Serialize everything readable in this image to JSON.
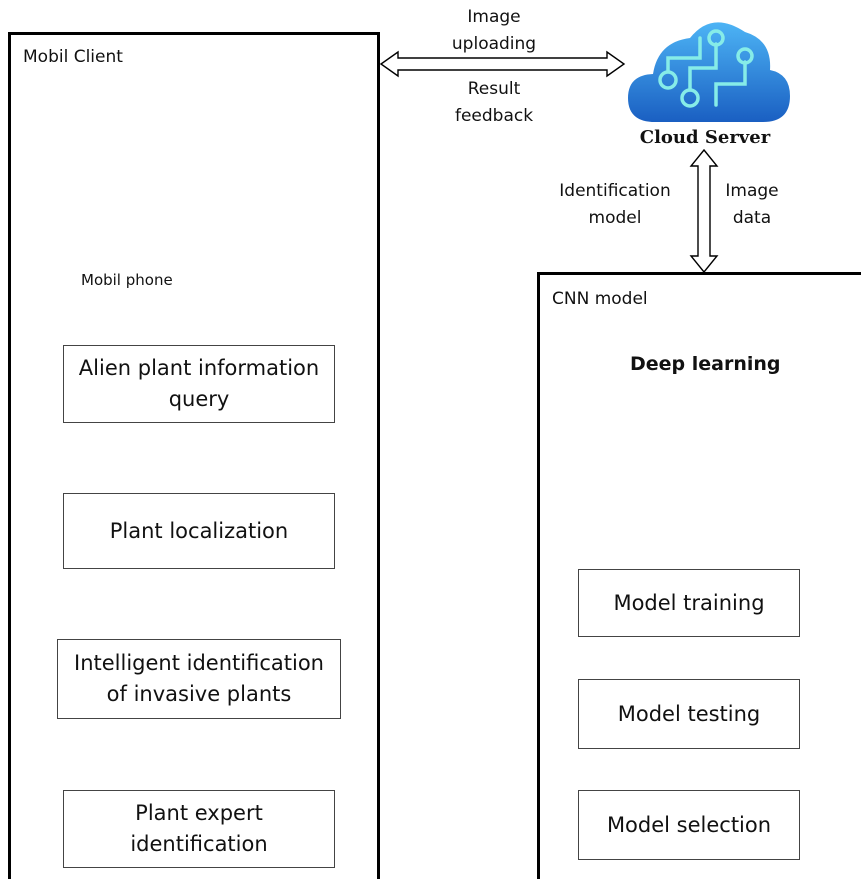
{
  "client": {
    "title": "Mobil Client",
    "phone_caption": "Mobil phone",
    "boxes": [
      [
        "Alien plant information",
        "query"
      ],
      [
        "Plant localization"
      ],
      [
        "Intelligent identification",
        "of invasive plants"
      ],
      [
        "Plant expert",
        "identification"
      ]
    ]
  },
  "arrows": {
    "upload_line1": "Image",
    "upload_line2": "uploading",
    "feedback_line1": "Result",
    "feedback_line2": "feedback",
    "model_line1": "Identification",
    "model_line2": "model",
    "data_line1": "Image",
    "data_line2": "data"
  },
  "server": {
    "label": "Cloud Server",
    "colors": {
      "cloud_top": "#3fa9f0",
      "cloud_bottom": "#1565c0",
      "circuit": "#7fe3e0"
    }
  },
  "cnn": {
    "title": "CNN model",
    "heading": "Deep learning",
    "boxes": [
      "Model training",
      "Model testing",
      "Model selection"
    ],
    "colors": {
      "input_node": "#777777",
      "hidden_node": "#b8860b",
      "output_layer": "#5a1f1a",
      "output_node": "#f5d36b"
    }
  }
}
